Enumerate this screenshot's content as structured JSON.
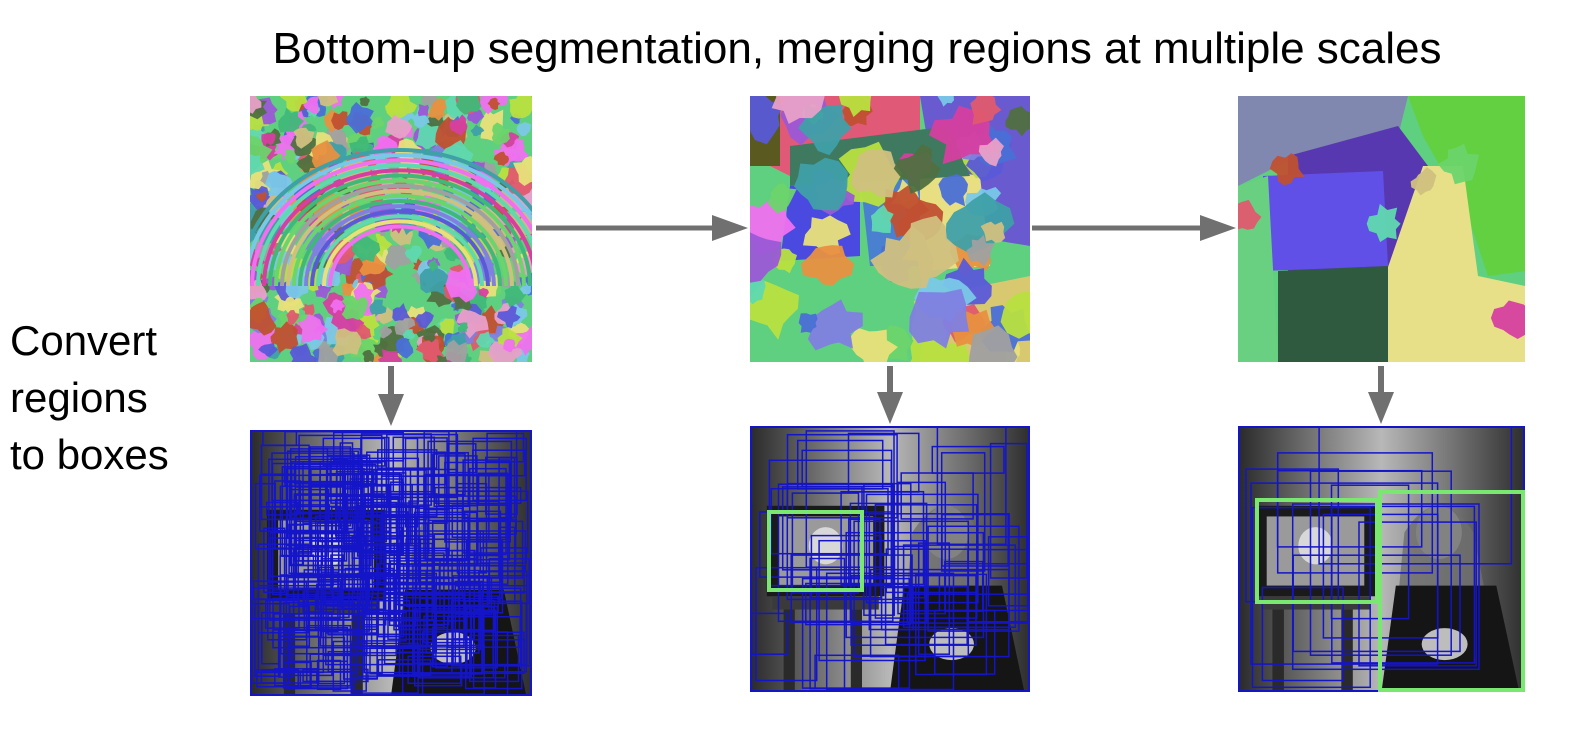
{
  "title": "Bottom-up segmentation, merging regions at multiple scales",
  "side_label": {
    "line1": "Convert",
    "line2": "regions",
    "line3": "to boxes"
  },
  "colors": {
    "arrow": "#707070",
    "box_blue": "#1515c8",
    "box_green": "#7ae870"
  },
  "panels": [
    {
      "name": "segmentation-fine",
      "type": "segmentation",
      "scale": "fine"
    },
    {
      "name": "segmentation-medium",
      "type": "segmentation",
      "scale": "medium"
    },
    {
      "name": "segmentation-coarse",
      "type": "segmentation",
      "scale": "coarse"
    },
    {
      "name": "boxes-fine",
      "type": "boxes",
      "scale": "fine"
    },
    {
      "name": "boxes-medium",
      "type": "boxes",
      "scale": "medium"
    },
    {
      "name": "boxes-coarse",
      "type": "boxes",
      "scale": "coarse"
    }
  ]
}
